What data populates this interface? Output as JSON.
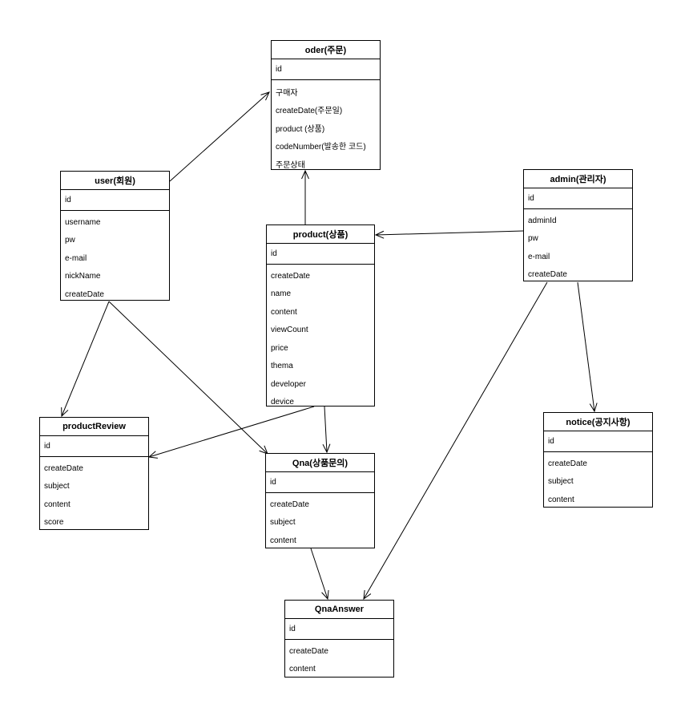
{
  "entities": {
    "oder": {
      "title": "oder(주문)",
      "pk": "id",
      "fields": [
        "구매자",
        "createDate(주문일)",
        "product (상품)",
        "codeNumber(발송한 코드)",
        "주문상태"
      ]
    },
    "user": {
      "title": "user(회원)",
      "pk": "id",
      "fields": [
        "username",
        "pw",
        "e-mail",
        "nickName",
        "createDate"
      ]
    },
    "product": {
      "title": "product(상품)",
      "pk": "id",
      "fields": [
        "createDate",
        "name",
        "content",
        "viewCount",
        "price",
        "thema",
        "developer",
        "device"
      ]
    },
    "admin": {
      "title": "admin(관리자)",
      "pk": "id",
      "fields": [
        "adminId",
        "pw",
        "e-mail",
        "createDate"
      ]
    },
    "productReview": {
      "title": "productReview",
      "pk": "id",
      "fields": [
        "createDate",
        "subject",
        "content",
        "score"
      ]
    },
    "qna": {
      "title": "Qna(상품문의)",
      "pk": "id",
      "fields": [
        "createDate",
        "subject",
        "content"
      ]
    },
    "notice": {
      "title": "notice(공지사항)",
      "pk": "id",
      "fields": [
        "createDate",
        "subject",
        "content"
      ]
    },
    "qnaAnswer": {
      "title": "QnaAnswer",
      "pk": "id",
      "fields": [
        "createDate",
        "content"
      ]
    }
  },
  "relations": [
    {
      "from": "user",
      "to": "oder"
    },
    {
      "from": "product",
      "to": "oder"
    },
    {
      "from": "admin",
      "to": "product"
    },
    {
      "from": "user",
      "to": "productReview"
    },
    {
      "from": "user",
      "to": "qna"
    },
    {
      "from": "product",
      "to": "productReview"
    },
    {
      "from": "product",
      "to": "qna"
    },
    {
      "from": "admin",
      "to": "notice"
    },
    {
      "from": "admin",
      "to": "qnaAnswer"
    },
    {
      "from": "qna",
      "to": "qnaAnswer"
    }
  ]
}
